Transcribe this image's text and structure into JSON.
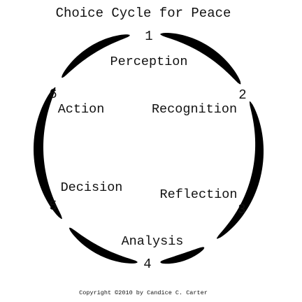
{
  "title": "Choice Cycle for Peace",
  "stages": [
    {
      "number": "1",
      "label": "Perception"
    },
    {
      "number": "2",
      "label": "Recognition"
    },
    {
      "number": "3",
      "label": "Reflection"
    },
    {
      "number": "4",
      "label": "Analysis"
    },
    {
      "number": "5",
      "label": "Decision"
    },
    {
      "number": "6",
      "label": "Action"
    }
  ],
  "copyright": "Copyright ©2010 by Candice C. Carter",
  "colors": {
    "arc": "#000000",
    "text": "#111111",
    "background": "#ffffff"
  }
}
